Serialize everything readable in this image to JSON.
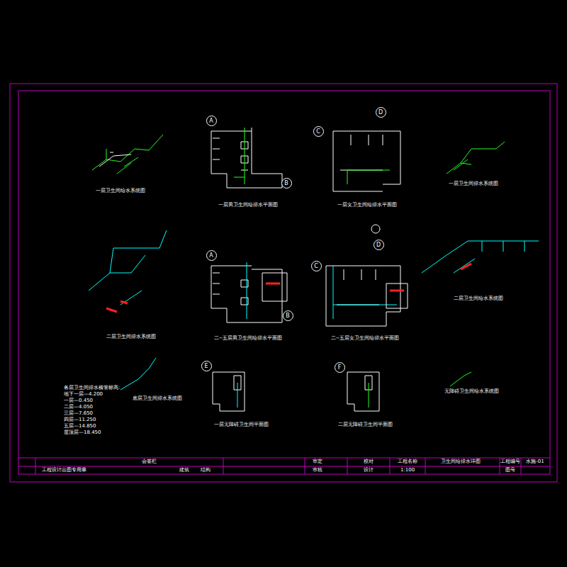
{
  "diagram": {
    "nodes": [
      {
        "text": [
          "A"
        ]
      },
      {
        "text": [
          "B"
        ]
      },
      {
        "text": [
          "C"
        ]
      },
      {
        "text": [
          "D"
        ]
      },
      {
        "text": [
          "A"
        ]
      },
      {
        "text": [
          "B"
        ]
      },
      {
        "text": [
          "C"
        ]
      },
      {
        "text": [
          "D"
        ]
      },
      {
        "text": [
          "E"
        ]
      },
      {
        "text": [
          "F"
        ]
      }
    ],
    "labels": [
      "一层卫生间给水系统图",
      "一层男卫生间给排水平面图",
      "一层女卫生间给排水平面图",
      "一层卫生间排水系统图",
      "二层卫生间排水系统图",
      "二~五层男卫生间给排水平面图",
      "二~五层女卫生间给排水平面图",
      "二层卫生间给水系统图",
      "底层卫生间排水系统图",
      "一层无障碍卫生间平面图",
      "二层无障碍卫生间平面图",
      "无障碍卫生间给水系统图",
      "各层卫生间排水横管标高:",
      "地下一层—4.200",
      "一层—0.450",
      "二层—4.050",
      "三层—7.650",
      "四层—11.250",
      "五层—14.850",
      "屋顶层—18.450",
      "会签栏",
      "工程设计出图专用章",
      "建筑",
      "结构",
      "审定",
      "审核",
      "校对",
      "设计",
      "工程名称",
      "卫生间给排水详图",
      "1:100",
      "工程编号",
      "图号",
      "水施-01"
    ]
  }
}
